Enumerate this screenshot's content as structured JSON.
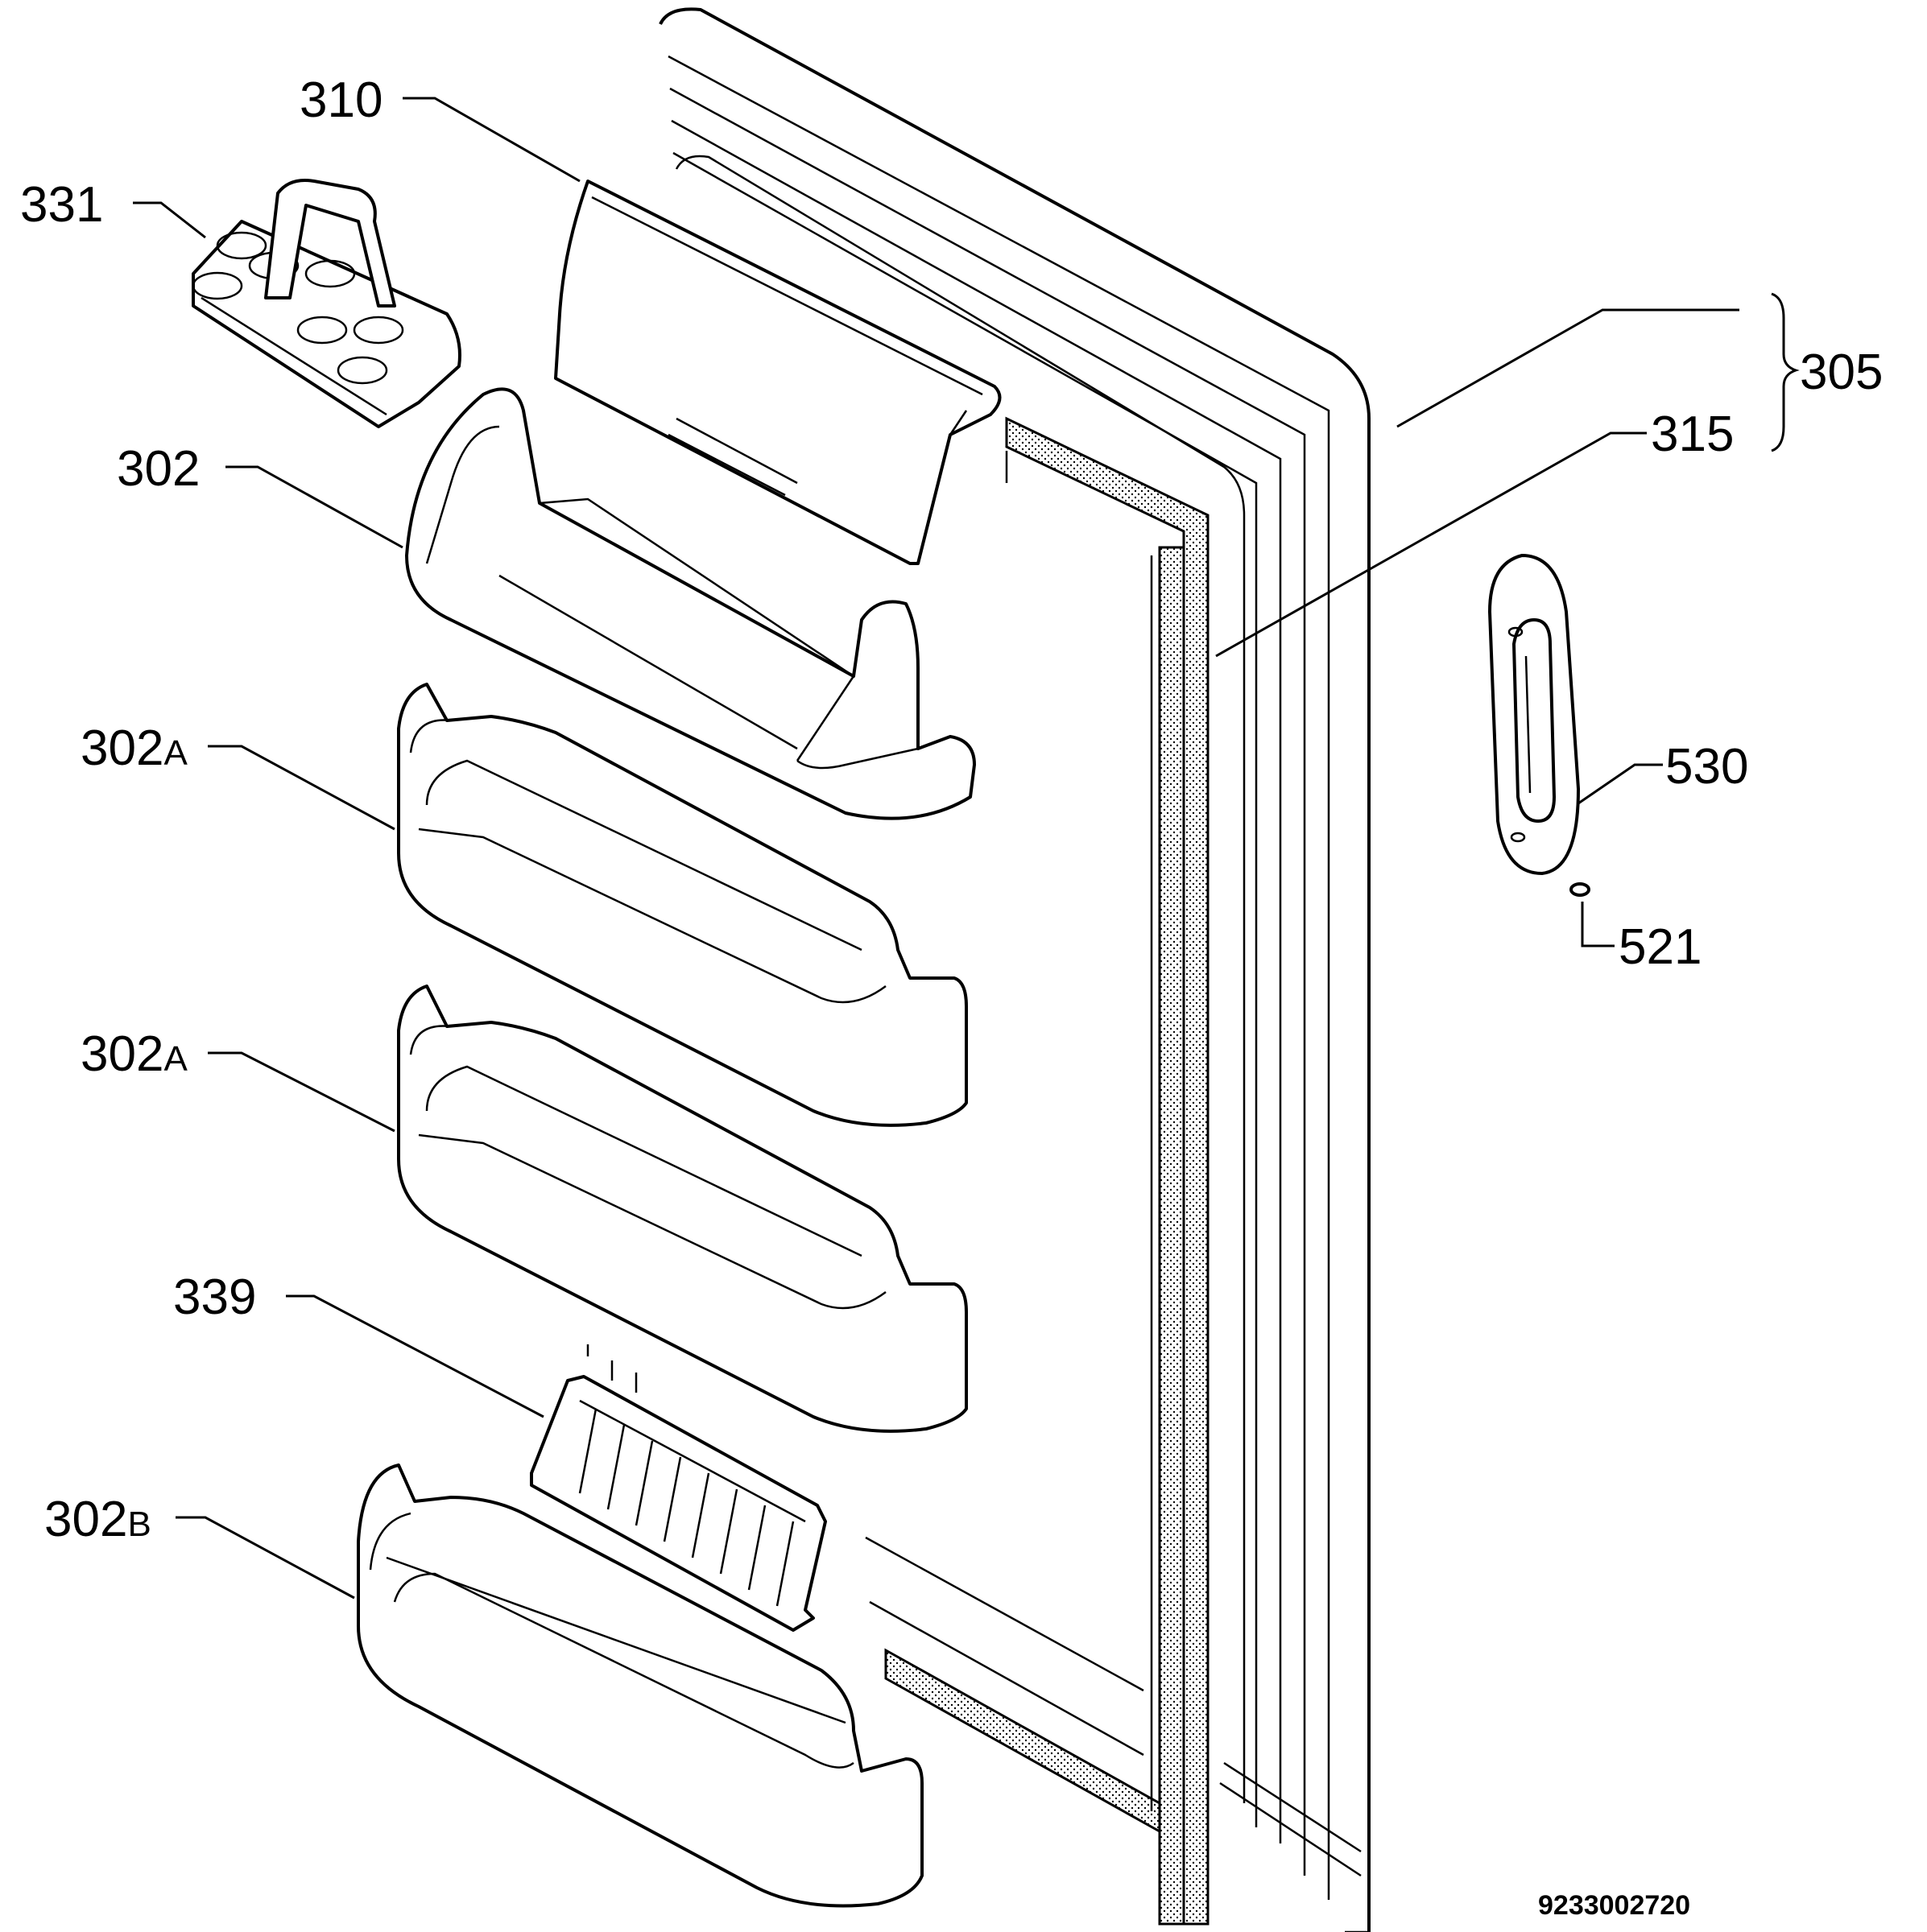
{
  "callouts": [
    {
      "id": "310",
      "label": "310",
      "suffix": ""
    },
    {
      "id": "331",
      "label": "331",
      "suffix": ""
    },
    {
      "id": "302",
      "label": "302",
      "suffix": ""
    },
    {
      "id": "302a_upper",
      "label": "302",
      "suffix": "A"
    },
    {
      "id": "302a_lower",
      "label": "302",
      "suffix": "A"
    },
    {
      "id": "339",
      "label": "339",
      "suffix": ""
    },
    {
      "id": "302b",
      "label": "302",
      "suffix": "B"
    },
    {
      "id": "305",
      "label": "305",
      "suffix": ""
    },
    {
      "id": "315",
      "label": "315",
      "suffix": ""
    },
    {
      "id": "530",
      "label": "530",
      "suffix": ""
    },
    {
      "id": "521",
      "label": "521",
      "suffix": ""
    }
  ],
  "drawing_number": "9233002720"
}
